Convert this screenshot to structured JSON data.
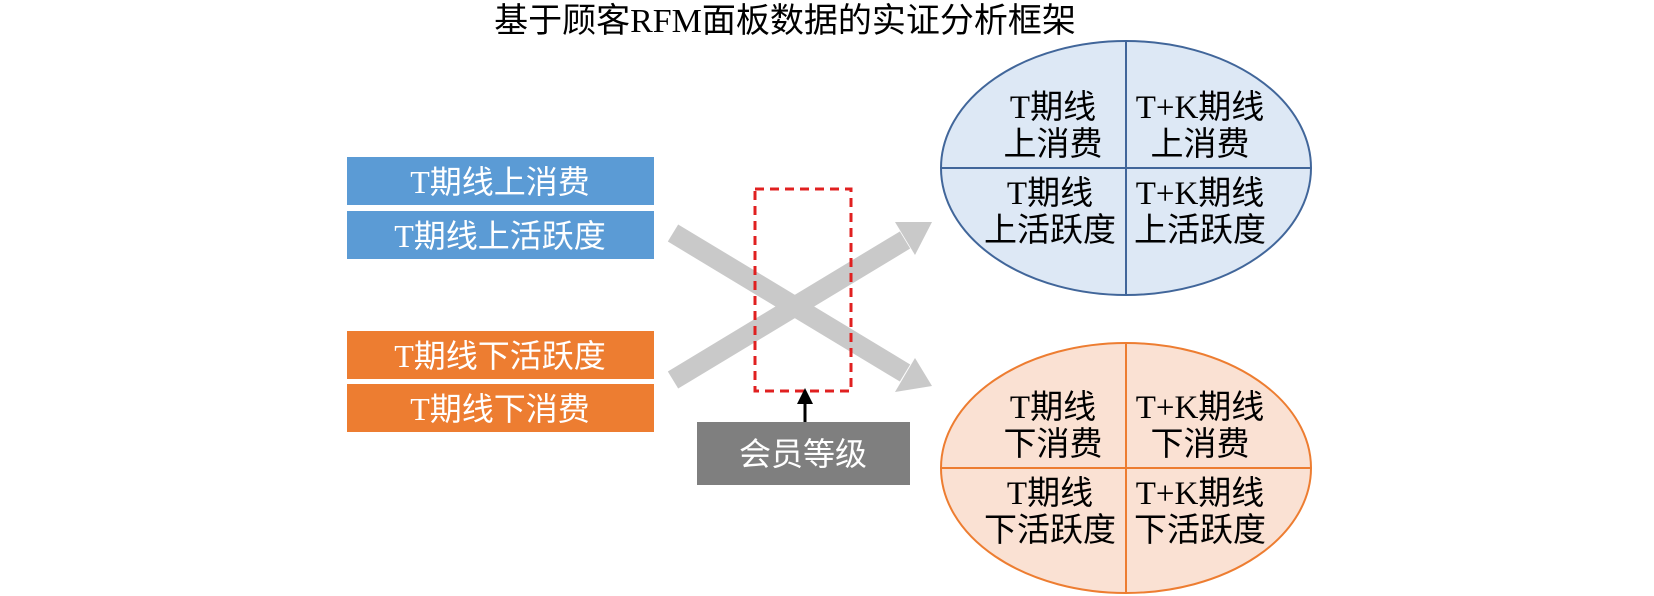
{
  "title": "基于顾客RFM面板数据的实证分析框架",
  "colors": {
    "online_box": "#5b9bd5",
    "offline_box": "#ed7d31",
    "membership_box": "#7f7f7f",
    "dashed_rect": "#e02020",
    "crossing_arrows": "#c9c9c9",
    "online_ellipse_fill": "#dde8f5",
    "online_ellipse_stroke": "#41669a",
    "offline_ellipse_fill": "#fae1d3",
    "offline_ellipse_stroke": "#ed7d31"
  },
  "left_boxes": {
    "online": [
      "T期线上消费",
      "T期线上活跃度"
    ],
    "offline": [
      "T期线下活跃度",
      "T期线下消费"
    ]
  },
  "moderator": {
    "label": "会员等级"
  },
  "online_ellipse": {
    "quadrants": [
      {
        "line1": "T期线",
        "line2": "上消费"
      },
      {
        "line1": "T+K期线",
        "line2": "上消费"
      },
      {
        "line1": "T期线",
        "line2": "上活跃度"
      },
      {
        "line1": "T+K期线",
        "line2": "上活跃度"
      }
    ]
  },
  "offline_ellipse": {
    "quadrants": [
      {
        "line1": "T期线",
        "line2": "下消费"
      },
      {
        "line1": "T+K期线",
        "line2": "下消费"
      },
      {
        "line1": "T期线",
        "line2": "下活跃度"
      },
      {
        "line1": "T+K期线",
        "line2": "下活跃度"
      }
    ]
  }
}
